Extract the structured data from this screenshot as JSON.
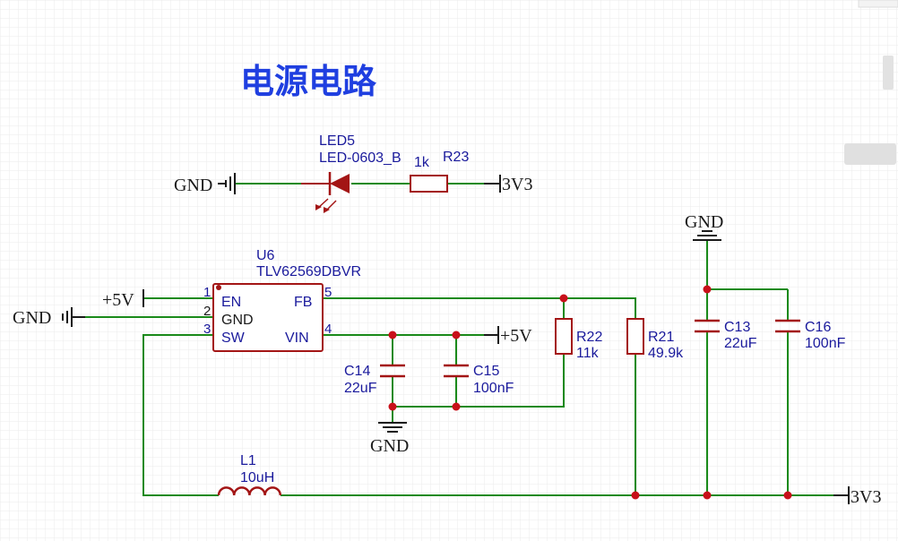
{
  "title": "电源电路",
  "colors": {
    "wire": "#1a8a1a",
    "component": "#a31515",
    "label_blue": "#1a1a9c",
    "net_label": "#1a1a1a",
    "junction": "#c8101a",
    "title": "#1f3fe0",
    "grid": "#ebebeb"
  },
  "components": {
    "u6": {
      "ref": "U6",
      "value": "TLV62569DBVR",
      "pins": {
        "en": {
          "num": "1",
          "name": "EN"
        },
        "gnd": {
          "num": "2",
          "name": "GND"
        },
        "sw": {
          "num": "3",
          "name": "SW"
        },
        "fb": {
          "num": "5",
          "name": "FB"
        },
        "vin": {
          "num": "4",
          "name": "VIN"
        }
      }
    },
    "led5": {
      "ref": "LED5",
      "value": "LED-0603_B"
    },
    "r23": {
      "ref": "R23",
      "value": "1k"
    },
    "r22": {
      "ref": "R22",
      "value": "11k"
    },
    "r21": {
      "ref": "R21",
      "value": "49.9k"
    },
    "c14": {
      "ref": "C14",
      "value": "22uF"
    },
    "c15": {
      "ref": "C15",
      "value": "100nF"
    },
    "c13": {
      "ref": "C13",
      "value": "22uF"
    },
    "c16": {
      "ref": "C16",
      "value": "100nF"
    },
    "l1": {
      "ref": "L1",
      "value": "10uH"
    }
  },
  "nets": {
    "gnd": "GND",
    "v5": "+5V",
    "v3v3": "3V3"
  },
  "icons": {
    "ground": "ground-symbol-icon",
    "led": "led-diode-icon",
    "resistor": "resistor-icon",
    "capacitor": "capacitor-icon",
    "inductor": "inductor-icon"
  }
}
